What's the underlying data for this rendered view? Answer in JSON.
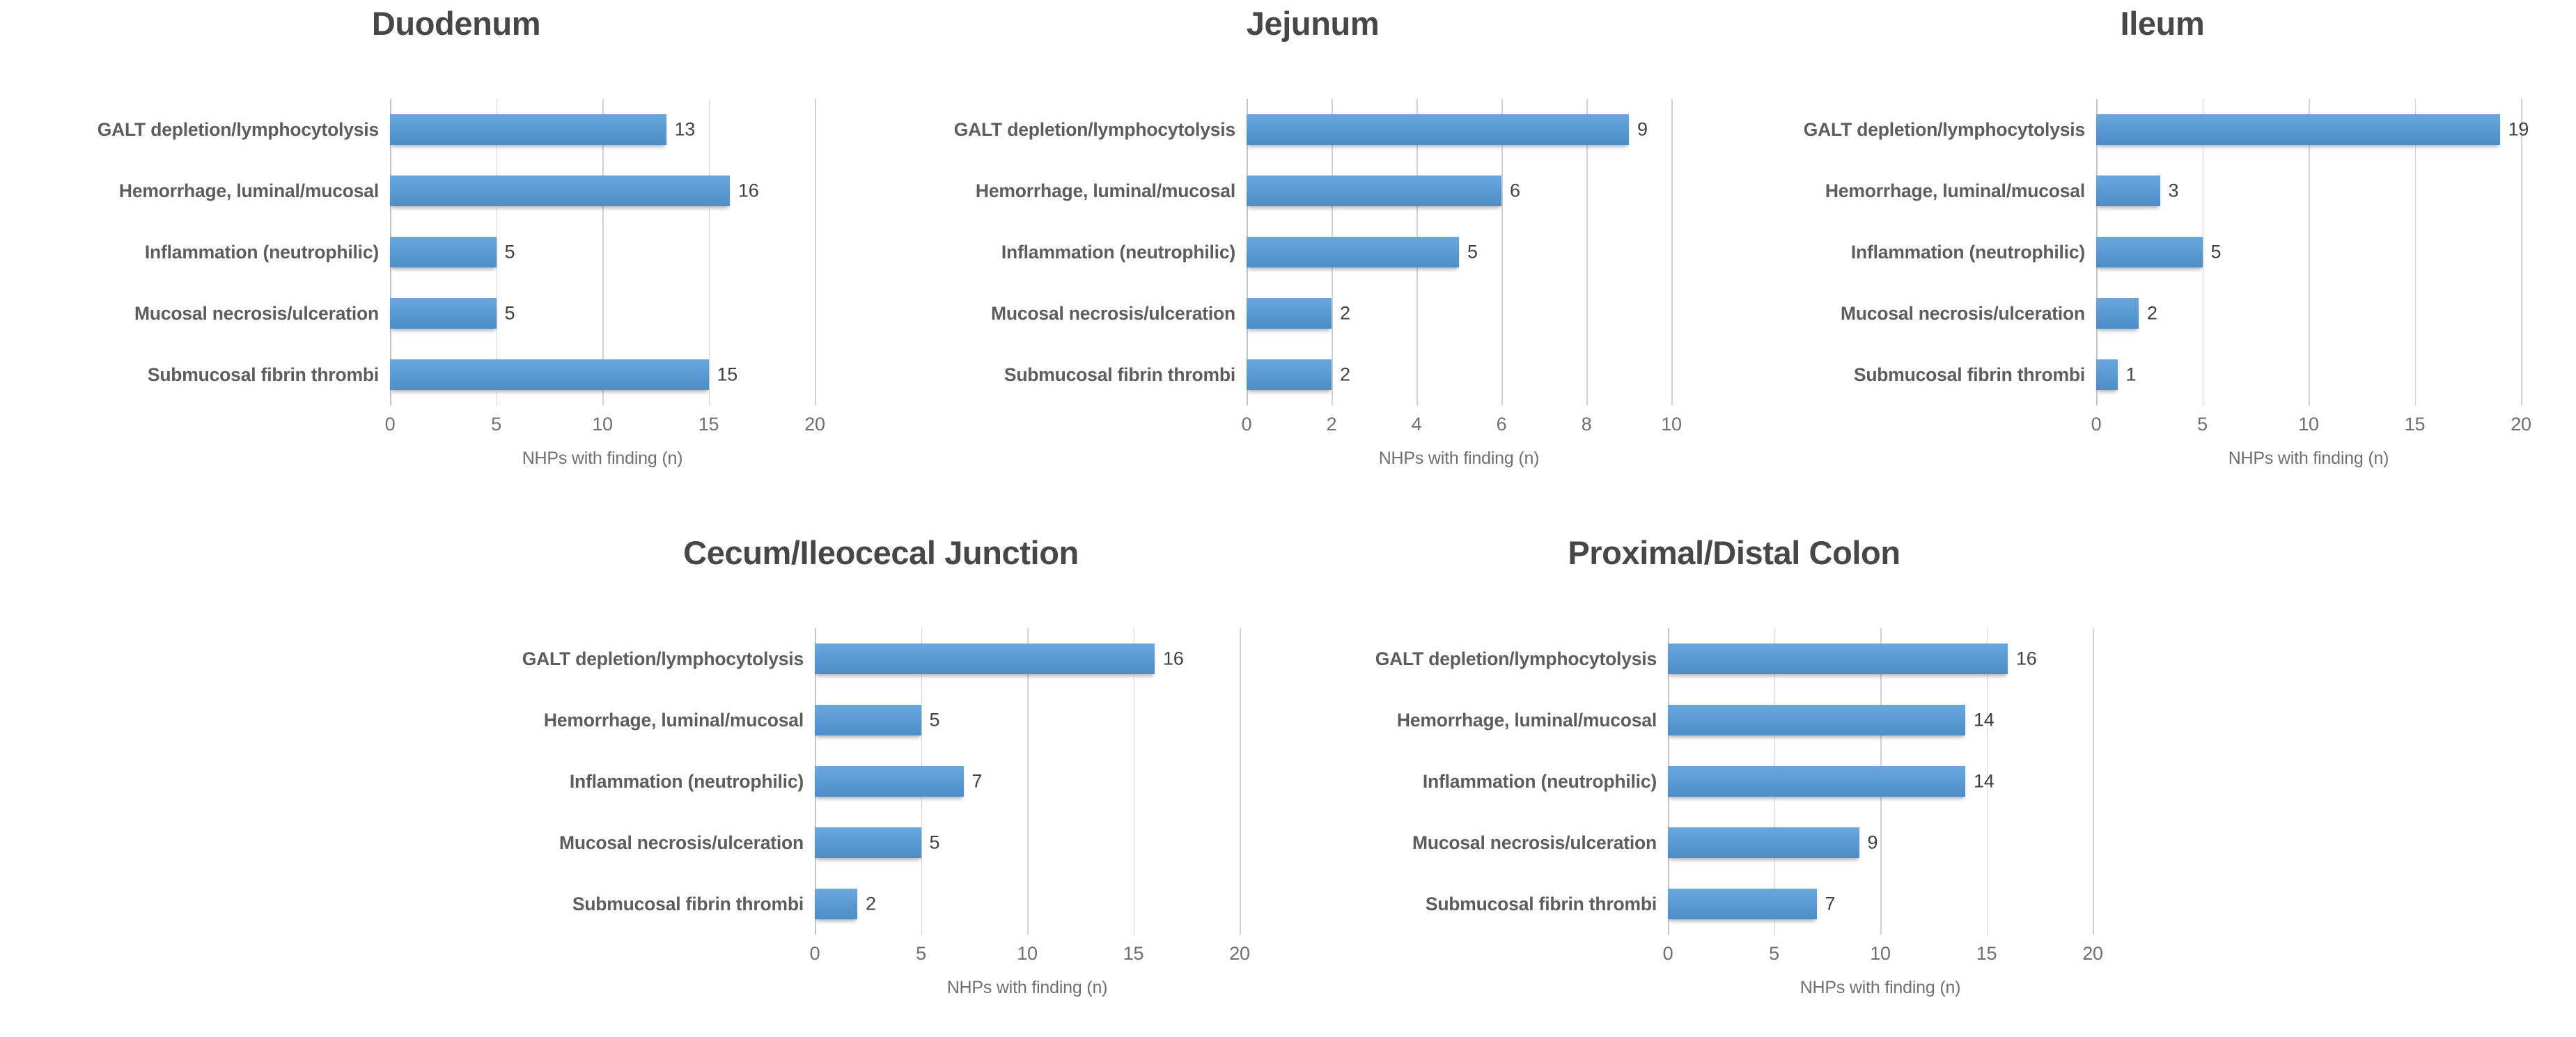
{
  "figure": {
    "axis_title": "NHPs with finding (n)",
    "bar_color": "#5b9bd5",
    "gridline_color": "#d2d2d2",
    "label_color": "#5d5d5d",
    "title_color": "#474747",
    "axis_text_color": "#6f6f6f",
    "background": "#ffffff"
  },
  "chart_data": [
    {
      "type": "bar",
      "orientation": "horizontal",
      "title": "Duodenum",
      "xlabel": "NHPs with finding (n)",
      "ylabel": "",
      "xlim": [
        0,
        20
      ],
      "xticks": [
        0,
        5,
        10,
        15,
        20
      ],
      "grid": true,
      "legend": "none",
      "categories": [
        "GALT depletion/lymphocytolysis",
        "Hemorrhage, luminal/mucosal",
        "Inflammation (neutrophilic)",
        "Mucosal necrosis/ulceration",
        "Submucosal fibrin thrombi"
      ],
      "values": [
        13,
        16,
        5,
        5,
        15
      ]
    },
    {
      "type": "bar",
      "orientation": "horizontal",
      "title": "Jejunum",
      "xlabel": "NHPs with finding (n)",
      "ylabel": "",
      "xlim": [
        0,
        10
      ],
      "xticks": [
        0,
        2,
        4,
        6,
        8,
        10
      ],
      "grid": true,
      "legend": "none",
      "categories": [
        "GALT depletion/lymphocytolysis",
        "Hemorrhage, luminal/mucosal",
        "Inflammation (neutrophilic)",
        "Mucosal necrosis/ulceration",
        "Submucosal fibrin thrombi"
      ],
      "values": [
        9,
        6,
        5,
        2,
        2
      ]
    },
    {
      "type": "bar",
      "orientation": "horizontal",
      "title": "Ileum",
      "xlabel": "NHPs with finding (n)",
      "ylabel": "",
      "xlim": [
        0,
        20
      ],
      "xticks": [
        0,
        5,
        10,
        15,
        20
      ],
      "grid": true,
      "legend": "none",
      "categories": [
        "GALT depletion/lymphocytolysis",
        "Hemorrhage, luminal/mucosal",
        "Inflammation (neutrophilic)",
        "Mucosal necrosis/ulceration",
        "Submucosal fibrin thrombi"
      ],
      "values": [
        19,
        3,
        5,
        2,
        1
      ]
    },
    {
      "type": "bar",
      "orientation": "horizontal",
      "title": "Cecum/Ileocecal Junction",
      "xlabel": "NHPs with finding (n)",
      "ylabel": "",
      "xlim": [
        0,
        20
      ],
      "xticks": [
        0,
        5,
        10,
        15,
        20
      ],
      "grid": true,
      "legend": "none",
      "categories": [
        "GALT depletion/lymphocytolysis",
        "Hemorrhage, luminal/mucosal",
        "Inflammation (neutrophilic)",
        "Mucosal necrosis/ulceration",
        "Submucosal fibrin thrombi"
      ],
      "values": [
        16,
        5,
        7,
        5,
        2
      ]
    },
    {
      "type": "bar",
      "orientation": "horizontal",
      "title": "Proximal/Distal Colon",
      "xlabel": "NHPs with finding (n)",
      "ylabel": "",
      "xlim": [
        0,
        20
      ],
      "xticks": [
        0,
        5,
        10,
        15,
        20
      ],
      "grid": true,
      "legend": "none",
      "categories": [
        "GALT depletion/lymphocytolysis",
        "Hemorrhage, luminal/mucosal",
        "Inflammation (neutrophilic)",
        "Mucosal necrosis/ulceration",
        "Submucosal fibrin thrombi"
      ],
      "values": [
        16,
        14,
        14,
        9,
        7
      ]
    }
  ]
}
